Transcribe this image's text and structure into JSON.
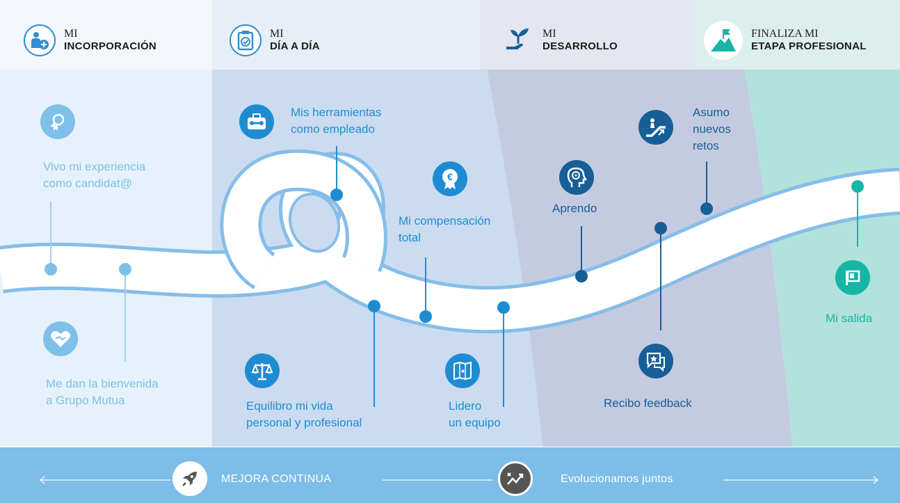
{
  "phases": [
    {
      "line1": "MI",
      "line2": "INCORPORACIÓN",
      "icon": "person-plus-icon"
    },
    {
      "line1": "MI",
      "line2": "DÍA A DÍA",
      "icon": "clipboard-check-icon"
    },
    {
      "line1": "MI",
      "line2": "DESARROLLO",
      "icon": "plant-hand-icon"
    },
    {
      "line1": "FINALIZA MI",
      "line2": "ETAPA PROFESIONAL",
      "icon": "mountain-flag-icon"
    }
  ],
  "milestones": [
    {
      "line1": "Vivo mi experiencia",
      "line2": "como candidat@",
      "icon": "magnifier-badge-icon",
      "color": "#7ec0e8"
    },
    {
      "line1": "Me dan la bienvenida",
      "line2": "a Grupo Mutua",
      "icon": "heart-handshake-icon",
      "color": "#7ec0e8"
    },
    {
      "line1": "Mis herramientas",
      "line2": "como empleado",
      "icon": "toolbox-icon",
      "color": "#1f8cd2"
    },
    {
      "line1": "Mi compensación",
      "line2": "total",
      "icon": "euro-badge-icon",
      "color": "#1f8cd2"
    },
    {
      "line1": "Equilibro mi vida",
      "line2": "personal y profesional",
      "icon": "balance-scale-icon",
      "color": "#1f8cd2"
    },
    {
      "line1": "Lidero",
      "line2": "un equipo",
      "icon": "map-icon",
      "color": "#1f8cd2"
    },
    {
      "line1": "Aprendo",
      "line2": "",
      "icon": "brain-head-icon",
      "color": "#175f96"
    },
    {
      "line1": "Asumo",
      "line2": "nuevos",
      "line3": "retos",
      "icon": "escalator-icon",
      "color": "#175f96"
    },
    {
      "line1": "Recibo feedback",
      "line2": "",
      "icon": "chat-star-icon",
      "color": "#175f96"
    },
    {
      "line1": "Mi salida",
      "line2": "",
      "icon": "flag-icon",
      "color": "#16b5a6"
    }
  ],
  "footer": {
    "left_label": "MEJORA CONTINUA",
    "left_icon": "rocket-icon",
    "right_label": "Evolucionamos juntos",
    "right_icon": "trend-arrows-icon"
  },
  "colors": {
    "band1": "#e6f1fb",
    "band2": "#cbdcf1",
    "band3": "#c4cbe0",
    "band4": "#b2e2dc",
    "road_edge": "#86bde9",
    "footer": "#7dbde8",
    "teal": "#16b5a6"
  }
}
